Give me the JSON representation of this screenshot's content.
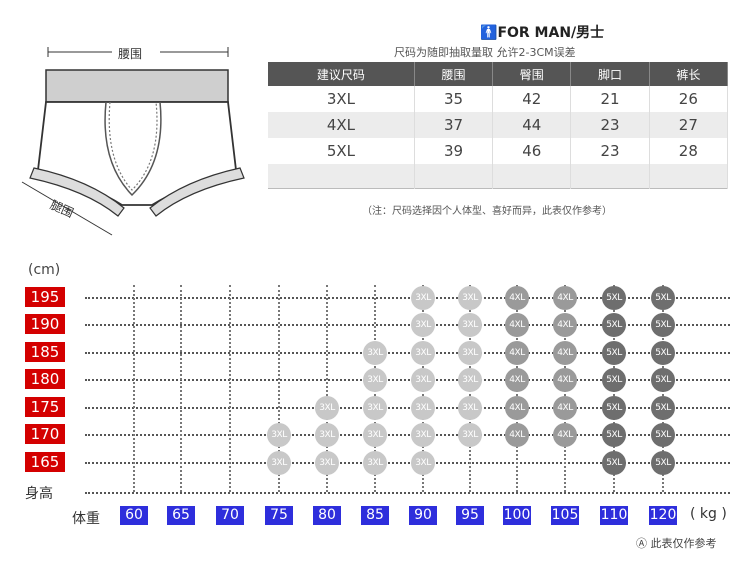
{
  "header": {
    "title": "FOR MAN/男士",
    "subtitle": "尺码为随即抽取量取 允许2-3CM误差"
  },
  "garment": {
    "waist_label": "腰围",
    "leg_label": "腿围"
  },
  "size_table": {
    "columns": [
      "建议尺码",
      "腰围",
      "臀围",
      "脚口",
      "裤长"
    ],
    "rows": [
      [
        "3XL",
        "35",
        "42",
        "21",
        "26"
      ],
      [
        "4XL",
        "37",
        "44",
        "23",
        "27"
      ],
      [
        "5XL",
        "39",
        "46",
        "23",
        "28"
      ]
    ],
    "note": "（注：尺码选择因个人体型、喜好而异，此表仅作参考）"
  },
  "chart": {
    "height_unit": "(cm)",
    "height_label": "身高",
    "weight_label": "体重",
    "weight_unit": "( kg )",
    "heights": [
      "195",
      "190",
      "185",
      "180",
      "175",
      "170",
      "165"
    ],
    "weights": [
      "60",
      "65",
      "70",
      "75",
      "80",
      "85",
      "90",
      "95",
      "100",
      "105",
      "110",
      "120"
    ],
    "reference_note": "此表仅作参考",
    "colors": {
      "height_box": "#d40000",
      "weight_box": "#2e2edc",
      "3XL": "#c8c8c8",
      "4XL": "#9a9a9a",
      "5XL": "#6e6e6e"
    }
  },
  "chart_data": {
    "type": "table",
    "x_label": "体重",
    "y_label": "身高",
    "x_unit": "kg",
    "y_unit": "cm",
    "points": [
      {
        "h": 195,
        "w": 90,
        "size": "3XL"
      },
      {
        "h": 195,
        "w": 95,
        "size": "3XL"
      },
      {
        "h": 195,
        "w": 100,
        "size": "4XL"
      },
      {
        "h": 195,
        "w": 105,
        "size": "4XL"
      },
      {
        "h": 195,
        "w": 110,
        "size": "5XL"
      },
      {
        "h": 195,
        "w": 120,
        "size": "5XL"
      },
      {
        "h": 190,
        "w": 90,
        "size": "3XL"
      },
      {
        "h": 190,
        "w": 95,
        "size": "3XL"
      },
      {
        "h": 190,
        "w": 100,
        "size": "4XL"
      },
      {
        "h": 190,
        "w": 105,
        "size": "4XL"
      },
      {
        "h": 190,
        "w": 110,
        "size": "5XL"
      },
      {
        "h": 190,
        "w": 120,
        "size": "5XL"
      },
      {
        "h": 185,
        "w": 85,
        "size": "3XL"
      },
      {
        "h": 185,
        "w": 90,
        "size": "3XL"
      },
      {
        "h": 185,
        "w": 95,
        "size": "3XL"
      },
      {
        "h": 185,
        "w": 100,
        "size": "4XL"
      },
      {
        "h": 185,
        "w": 105,
        "size": "4XL"
      },
      {
        "h": 185,
        "w": 110,
        "size": "5XL"
      },
      {
        "h": 185,
        "w": 120,
        "size": "5XL"
      },
      {
        "h": 180,
        "w": 85,
        "size": "3XL"
      },
      {
        "h": 180,
        "w": 90,
        "size": "3XL"
      },
      {
        "h": 180,
        "w": 95,
        "size": "3XL"
      },
      {
        "h": 180,
        "w": 100,
        "size": "4XL"
      },
      {
        "h": 180,
        "w": 105,
        "size": "4XL"
      },
      {
        "h": 180,
        "w": 110,
        "size": "5XL"
      },
      {
        "h": 180,
        "w": 120,
        "size": "5XL"
      },
      {
        "h": 175,
        "w": 80,
        "size": "3XL"
      },
      {
        "h": 175,
        "w": 85,
        "size": "3XL"
      },
      {
        "h": 175,
        "w": 90,
        "size": "3XL"
      },
      {
        "h": 175,
        "w": 95,
        "size": "3XL"
      },
      {
        "h": 175,
        "w": 100,
        "size": "4XL"
      },
      {
        "h": 175,
        "w": 105,
        "size": "4XL"
      },
      {
        "h": 175,
        "w": 110,
        "size": "5XL"
      },
      {
        "h": 175,
        "w": 120,
        "size": "5XL"
      },
      {
        "h": 170,
        "w": 75,
        "size": "3XL"
      },
      {
        "h": 170,
        "w": 80,
        "size": "3XL"
      },
      {
        "h": 170,
        "w": 85,
        "size": "3XL"
      },
      {
        "h": 170,
        "w": 90,
        "size": "3XL"
      },
      {
        "h": 170,
        "w": 95,
        "size": "3XL"
      },
      {
        "h": 170,
        "w": 100,
        "size": "4XL"
      },
      {
        "h": 170,
        "w": 105,
        "size": "4XL"
      },
      {
        "h": 170,
        "w": 110,
        "size": "5XL"
      },
      {
        "h": 170,
        "w": 120,
        "size": "5XL"
      },
      {
        "h": 165,
        "w": 75,
        "size": "3XL"
      },
      {
        "h": 165,
        "w": 80,
        "size": "3XL"
      },
      {
        "h": 165,
        "w": 85,
        "size": "3XL"
      },
      {
        "h": 165,
        "w": 90,
        "size": "3XL"
      },
      {
        "h": 165,
        "w": 110,
        "size": "5XL"
      },
      {
        "h": 165,
        "w": 120,
        "size": "5XL"
      }
    ]
  }
}
